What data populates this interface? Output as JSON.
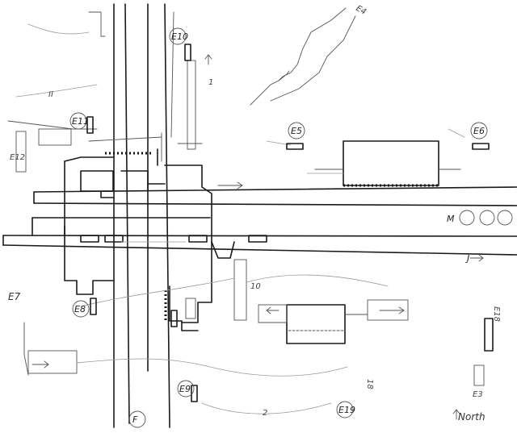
{
  "labels": {
    "street_f": "F",
    "street_m": "M",
    "street_j": "J",
    "north": "North",
    "e4": "E4",
    "e5": "E5",
    "e6": "E6",
    "e8": "E8",
    "e9": "E9",
    "e10": "E10",
    "e11": "E11",
    "e12": "E12",
    "e7": "E7",
    "e3": "E3",
    "e18": "E18",
    "e19": "E19",
    "num_1": "1",
    "num_2": "2",
    "num_10": "10",
    "num_ii": "II",
    "num_18": "18"
  }
}
